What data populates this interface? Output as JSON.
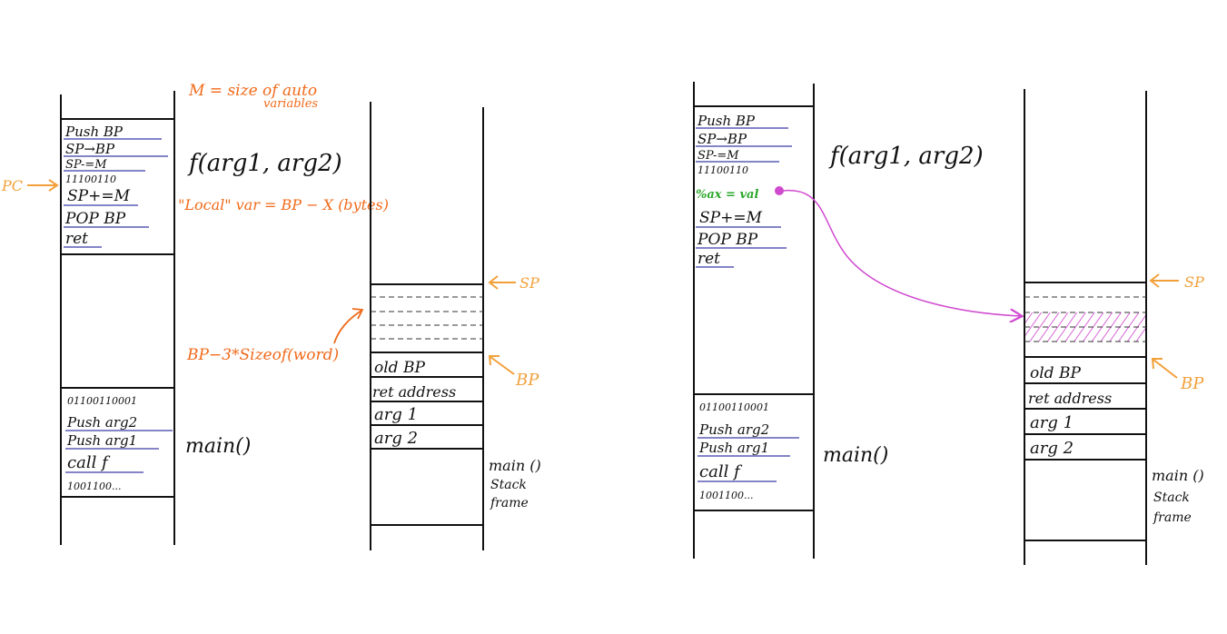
{
  "colors": {
    "ink": "#111111",
    "annotation_orange": "#f06a1a",
    "pointer_amber": "#f2a03a",
    "underline_blue": "#3a3aa8",
    "register_green": "#2ba82b",
    "highlight_magenta": "#d04ad0"
  },
  "left": {
    "annotation_m_line1": "M = size of auto",
    "annotation_m_line2": "variables",
    "function_label": "f(arg1, arg2)",
    "local_var_note": "\"Local\" var = BP − X (bytes)",
    "bp_offset_note": "BP−3*Sizeof(word)",
    "pc_label": "PC",
    "f_code": [
      "Push BP",
      "SP→BP",
      "SP-=M",
      "11100110",
      "SP+=M",
      "POP BP",
      "ret"
    ],
    "main_code": [
      "01100110001",
      "Push arg2",
      "Push arg1",
      "call f",
      "1001100..."
    ],
    "main_label": "main()",
    "stack_cells": [
      "old BP",
      "ret address",
      "arg 1",
      "arg 2"
    ],
    "sp_label": "SP",
    "bp_label": "BP",
    "frame_label": [
      "main ()",
      "Stack",
      "frame"
    ]
  },
  "right": {
    "function_label": "f(arg1, arg2)",
    "f_code": [
      "Push BP",
      "SP→BP",
      "SP-=M",
      "11100110",
      "%ax = val",
      "SP+=M",
      "POP BP",
      "ret"
    ],
    "main_code": [
      "01100110001",
      "Push arg2",
      "Push arg1",
      "call f",
      "1001100..."
    ],
    "main_label": "main()",
    "stack_cells": [
      "old BP",
      "ret address",
      "arg 1",
      "arg 2"
    ],
    "sp_label": "SP",
    "bp_label": "BP",
    "frame_label": [
      "main ()",
      "Stack",
      "frame"
    ]
  }
}
